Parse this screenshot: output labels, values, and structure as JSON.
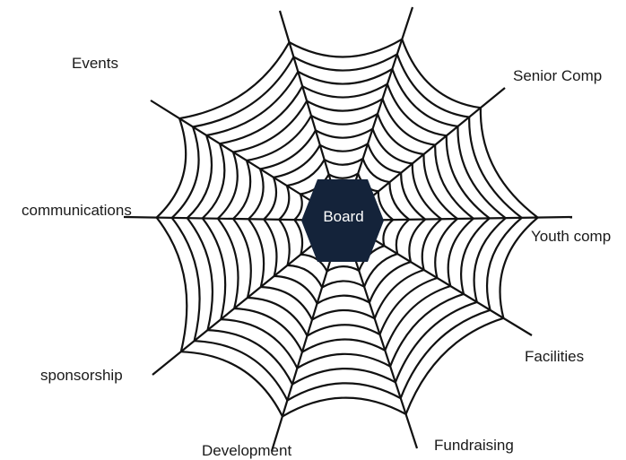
{
  "diagram": {
    "center": {
      "label": "Board",
      "fill": "#14233a"
    },
    "web_color": "#111111",
    "labels": {
      "events": "Events",
      "senior_comp": "Senior Comp",
      "communications": "communications",
      "youth_comp": "Youth comp",
      "sponsorship": "sponsorship",
      "facilities": "Facilities",
      "development": "Development",
      "fundraising": "Fundraising"
    }
  }
}
